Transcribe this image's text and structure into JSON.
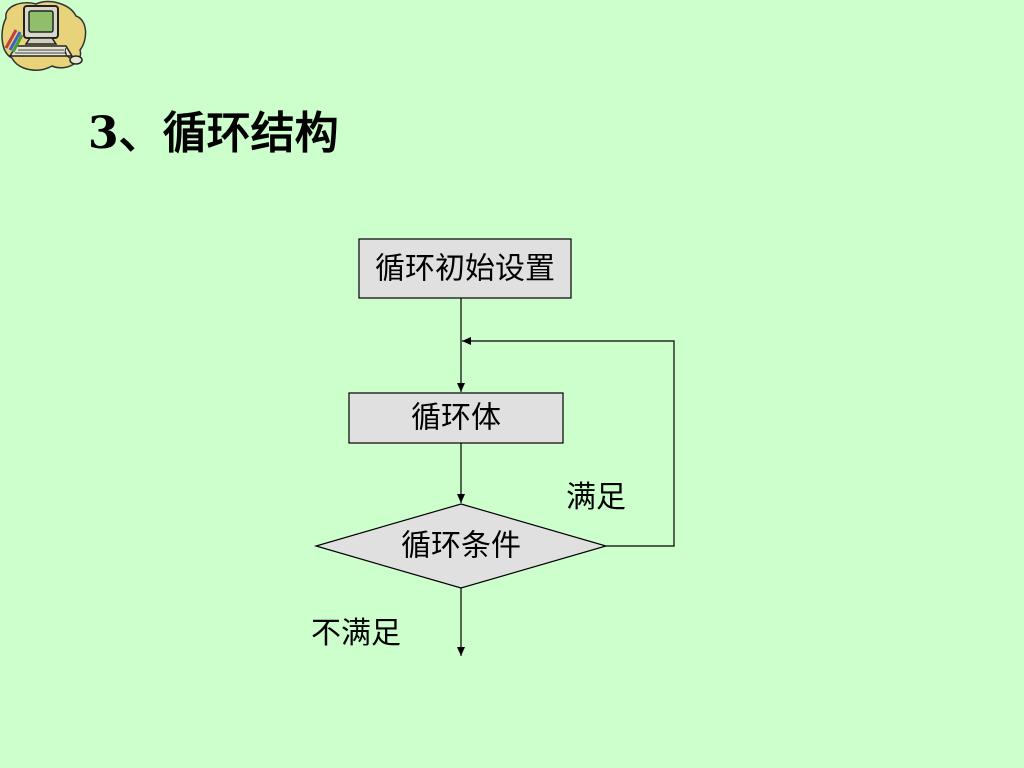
{
  "slide": {
    "title": "3、循环结构"
  },
  "flowchart": {
    "nodes": {
      "init": "循环初始设置",
      "body": "循环体",
      "condition": "循环条件"
    },
    "edges": {
      "satisfied": "满足",
      "not_satisfied": "不满足"
    }
  },
  "colors": {
    "background": "#ccffcc",
    "box_fill": "#e0e0e0",
    "line": "#000000",
    "monitor_screen": "#8fbf6a",
    "logo_blob": "#e8d27a"
  },
  "icons": {
    "logo": "computer-clipart-icon"
  }
}
